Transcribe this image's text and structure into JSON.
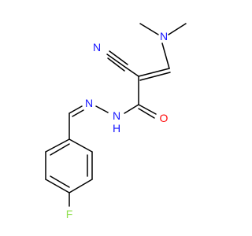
{
  "molecule": {
    "atoms": {
      "cyano_n": {
        "symbol": "N",
        "label": "N",
        "color": "#1414ff"
      },
      "dimethylamino_n": {
        "symbol": "N",
        "label": "N",
        "color": "#1414ff"
      },
      "carbonyl_o": {
        "symbol": "O",
        "label": "O",
        "color": "#ff0d0d"
      },
      "hydrazone_n": {
        "symbol": "N",
        "label": "N",
        "color": "#1414ff"
      },
      "amide_n": {
        "symbol": "N",
        "label": "N",
        "color": "#1414ff"
      },
      "amide_h": {
        "symbol": "H",
        "label": "H",
        "color": "#1414ff"
      },
      "fluorine": {
        "symbol": "F",
        "label": "F",
        "color": "#90e050"
      }
    }
  }
}
